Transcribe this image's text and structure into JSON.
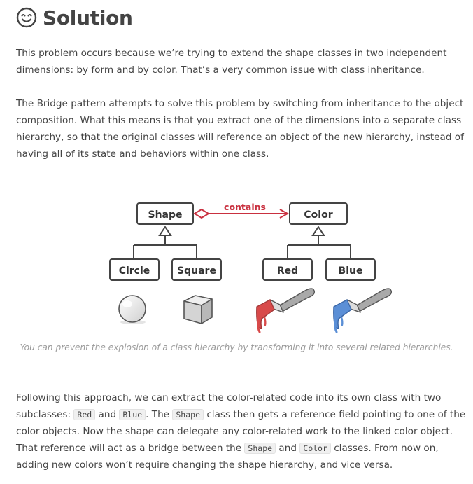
{
  "heading": {
    "icon": "smiling-face-icon",
    "title": "Solution"
  },
  "paragraph1": "This problem occurs because we’re trying to extend the shape classes in two independent dimensions: by form and by color. That’s a very common issue with class inheritance.",
  "paragraph2": "The Bridge pattern attempts to solve this problem by switching from inheritance to the object composition. What this means is that you extract one of the dimensions into a separate class hierarchy, so that the original classes will reference an object of the new hierarchy, instead of having all of its state and behaviors within one class.",
  "diagram": {
    "left_root": "Shape",
    "relation_label": "contains",
    "right_root": "Color",
    "left_children": [
      "Circle",
      "Square"
    ],
    "right_children": [
      "Red",
      "Blue"
    ],
    "illustrations": [
      "sphere-icon",
      "cube-icon",
      "red-paintbrush-icon",
      "blue-paintbrush-icon"
    ],
    "colors": {
      "relation": "#c9303f",
      "box_border": "#444444",
      "red_paint": "#d84a4a",
      "blue_paint": "#5b8fd6"
    }
  },
  "caption": "You can prevent the explosion of a class hierarchy by transforming it into several related hierarchies.",
  "paragraph3": {
    "t1": "Following this approach, we can extract the color-related code into its own class with two subclasses: ",
    "c1": "Red",
    "t2": " and ",
    "c2": "Blue",
    "t3": ". The ",
    "c3": "Shape",
    "t4": " class then gets a reference field pointing to one of the color objects. Now the shape can delegate any color-related work to the linked color object. That reference will act as a bridge between the ",
    "c4": "Shape",
    "t5": " and ",
    "c5": "Color",
    "t6": " classes. From now on, adding new colors won’t require changing the shape hierarchy, and vice versa."
  }
}
